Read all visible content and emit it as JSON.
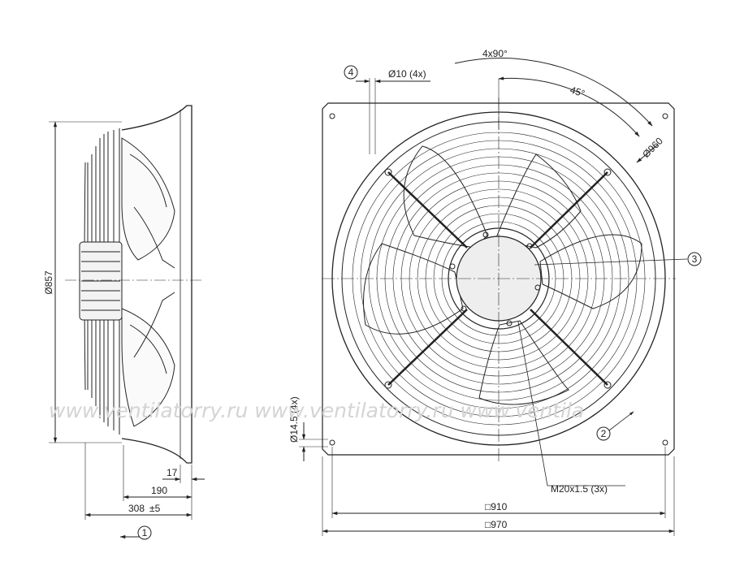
{
  "dimensions": {
    "angle_total": "4x90°",
    "hole_dia": "Ø10 (4x)",
    "angle_half": "45°",
    "bolt_circle": "Ø960",
    "fan_dia": "Ø857",
    "slot": "Ø14.5 (4x)",
    "thread": "M20x1.5 (3x)",
    "flange_17": "17",
    "depth_190": "190",
    "depth_308": "308",
    "depth_tol": "±5",
    "inner_square": "910",
    "outer_square": "970",
    "square_symbol": "□"
  },
  "callouts": [
    "1",
    "2",
    "3",
    "4"
  ],
  "watermark": "www.ventilatorry.ru   www.ventilatorry.ru   www.ventila"
}
